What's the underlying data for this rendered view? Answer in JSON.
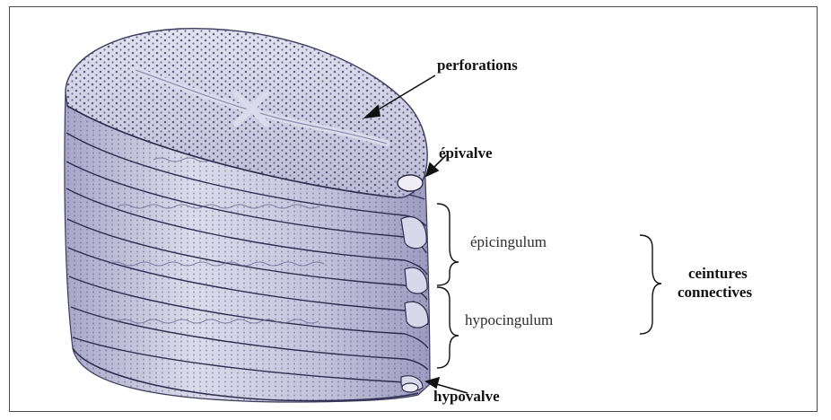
{
  "labels": {
    "perforations": "perforations",
    "epivalve": "épivalve",
    "epicingulum": "épicingulum",
    "hypocingulum": "hypocingulum",
    "ceintures_line1": "ceintures",
    "ceintures_line2": "connectives",
    "hypovalve": "hypovalve"
  },
  "colors": {
    "frustule_fill": "#c9c8df",
    "frustule_light": "#e6e5f1",
    "frustule_shadow": "#8e8cb0",
    "pore_dots": "#4d4b72",
    "line": "#111111"
  }
}
